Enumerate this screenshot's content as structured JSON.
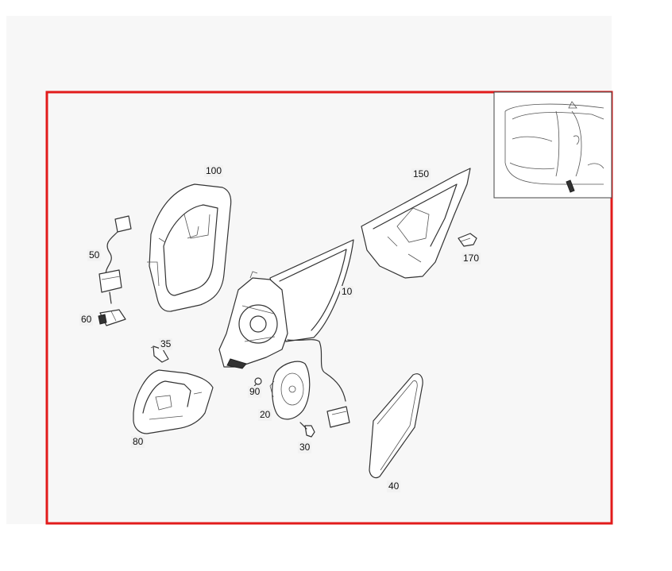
{
  "colors": {
    "background": "#f7f7f7",
    "frame": "#e21b1b",
    "line": "#333333"
  },
  "labels": {
    "p10": "10",
    "p20": "20",
    "p30": "30",
    "p35": "35",
    "p40": "40",
    "p50": "50",
    "p60": "60",
    "p80": "80",
    "p90": "90",
    "p100": "100",
    "p150": "150",
    "p170": "170"
  }
}
